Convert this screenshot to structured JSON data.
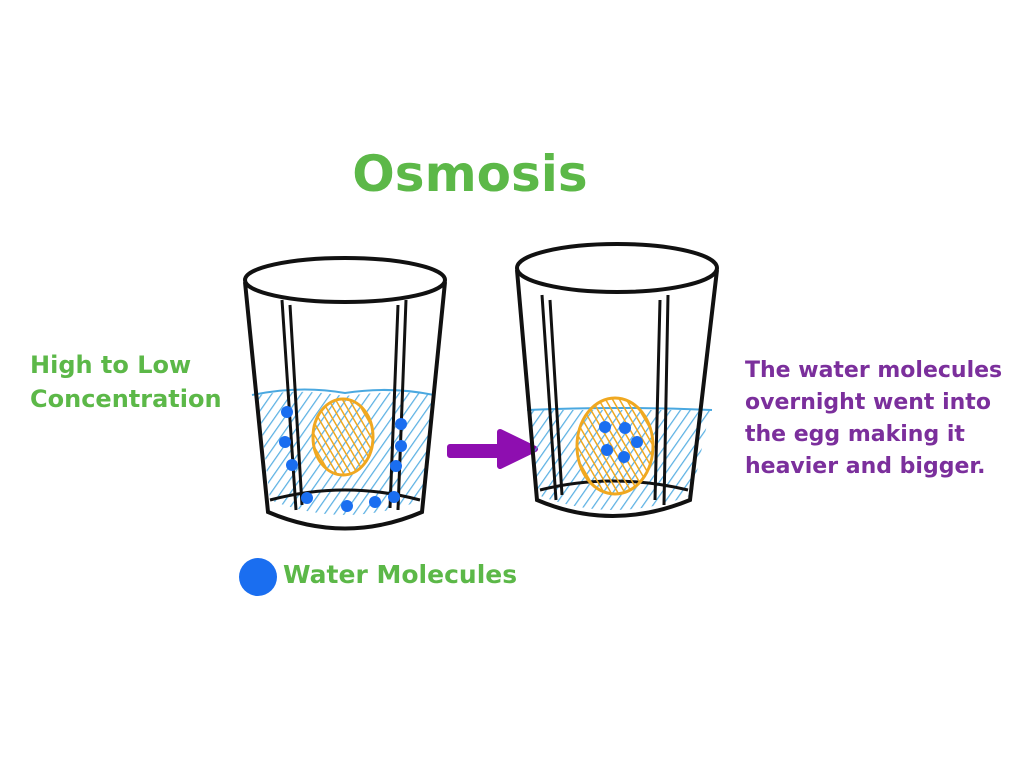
{
  "title": "Osmosis",
  "left_label": [
    "High to Low",
    "Concentration"
  ],
  "right_label": [
    "The water molecules",
    "overnight went into",
    "the egg making it",
    "heavier and bigger."
  ],
  "legend": {
    "label": "Water Molecules",
    "color": "#1a6ef0"
  },
  "colors": {
    "title": "#5cb848",
    "arrow": "#8e0eb0",
    "water": "#4aa8e0",
    "egg": "#f0a820",
    "note": "#7b2f9c"
  }
}
